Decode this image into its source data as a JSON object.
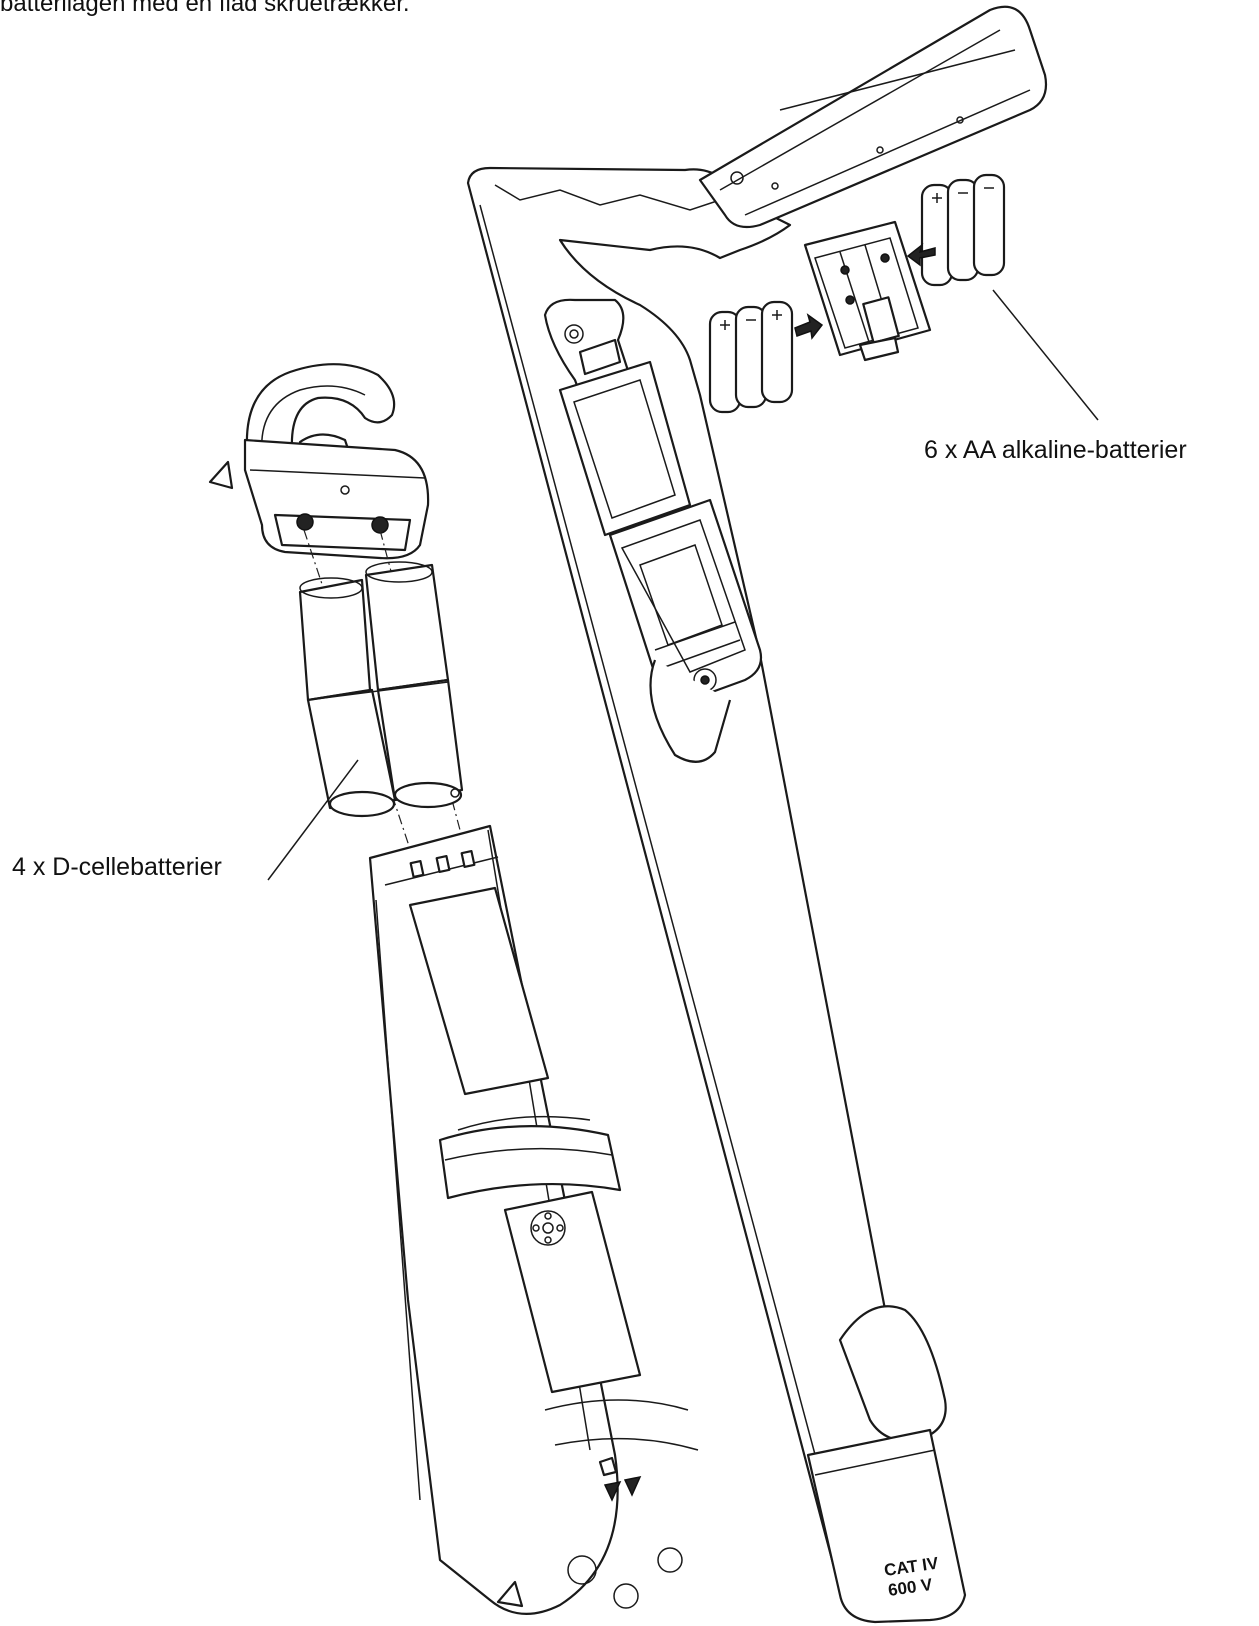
{
  "header": {
    "text": "batterilågen med en flad skruetrækker."
  },
  "callouts": {
    "aa": "6 x AA alkaline-batterier",
    "d": "4 x D-cellebatterier"
  },
  "stamp": {
    "line1": "CAT IV",
    "line2": "600 V"
  },
  "colors": {
    "line": "#1a1a1a",
    "background": "#ffffff",
    "arrow": "#222222"
  },
  "icons": [
    "arrow-right-icon",
    "arrow-left-icon"
  ]
}
